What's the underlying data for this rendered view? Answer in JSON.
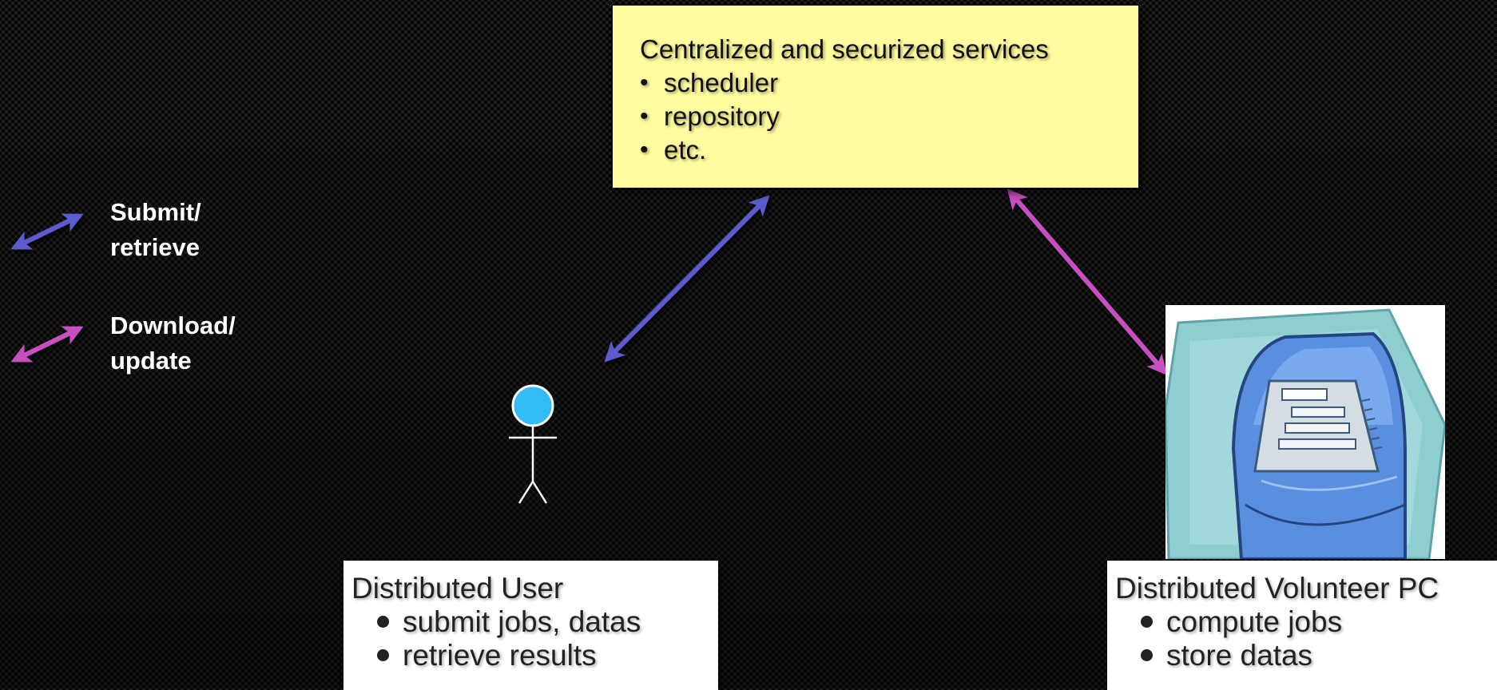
{
  "legend": {
    "items": [
      {
        "label_line1": "Submit/",
        "label_line2": "retrieve",
        "color": "#5b5bd0"
      },
      {
        "label_line1": "Download/",
        "label_line2": "update",
        "color": "#c850c0"
      }
    ]
  },
  "services": {
    "title": "Centralized and securized services",
    "items": [
      "scheduler",
      "repository",
      "etc."
    ]
  },
  "user_box": {
    "title": "Distributed User",
    "items": [
      "submit jobs, datas",
      "retrieve results"
    ]
  },
  "volunteer_box": {
    "title": "Distributed Volunteer PC",
    "items": [
      "compute jobs",
      "store datas"
    ]
  },
  "icons": {
    "user": "stick-figure-icon",
    "pc": "computer-tower-icon"
  },
  "colors": {
    "submit_arrow": "#5b5bd0",
    "download_arrow": "#c850c0",
    "services_bg": "#fffb9e",
    "user_head": "#33bbf5"
  }
}
